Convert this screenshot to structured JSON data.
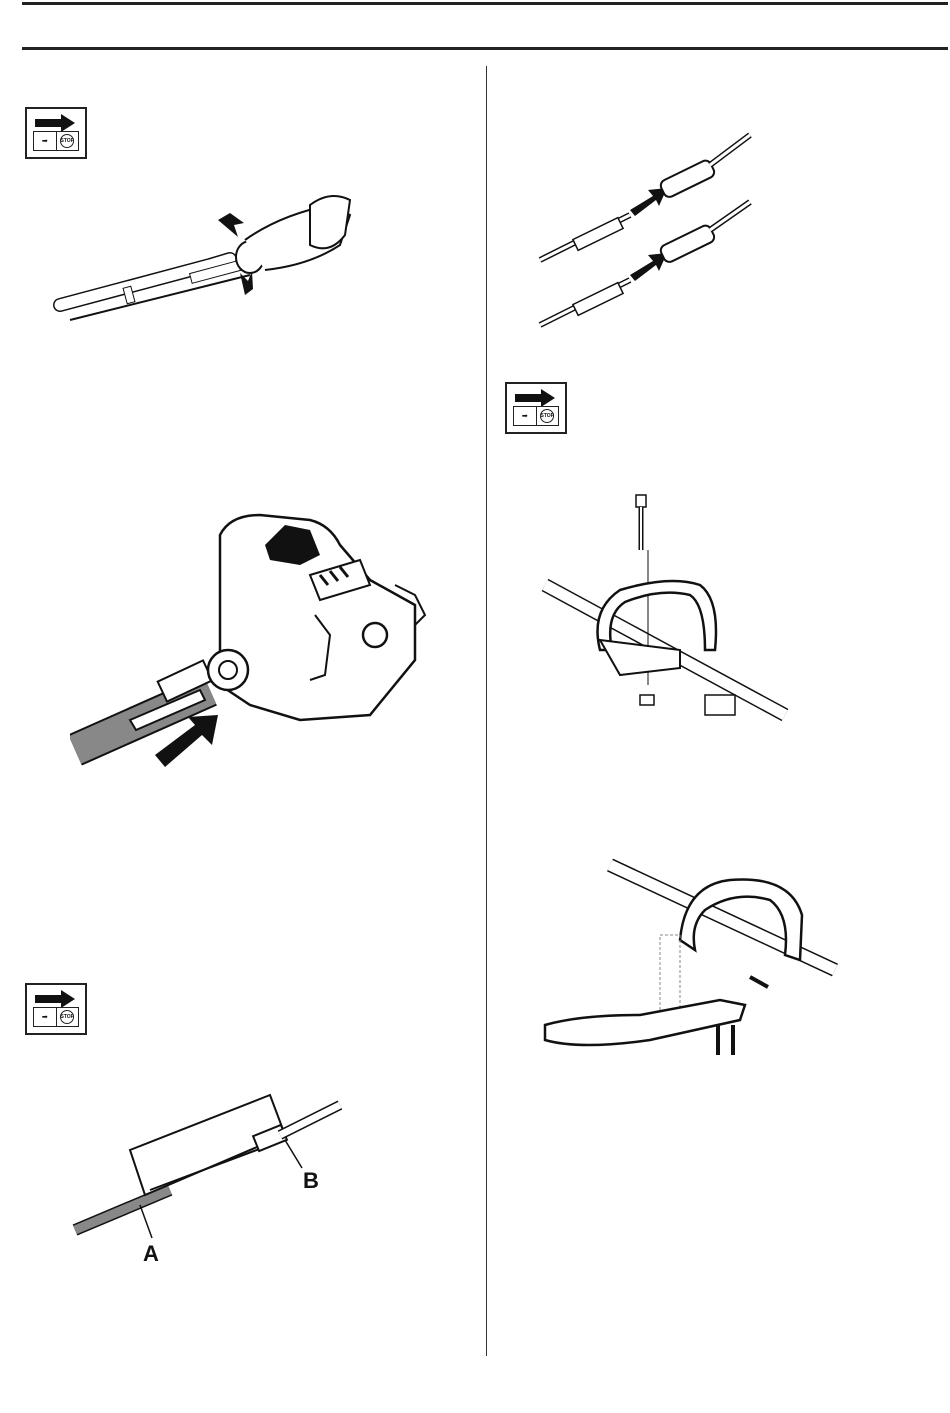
{
  "figure_labels": {
    "a": "A",
    "b": "B"
  },
  "icons": {
    "stop_text": "STOP"
  }
}
